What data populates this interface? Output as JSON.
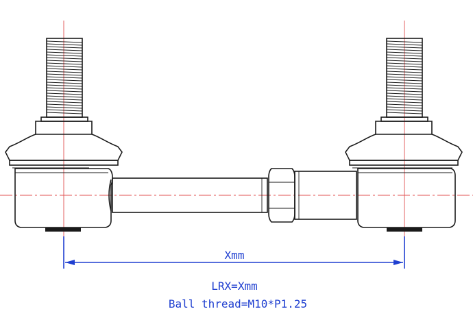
{
  "dimension": {
    "label": "Xmm"
  },
  "notes": {
    "length": "LRX=Xmm",
    "thread": "Ball thread=M10*P1.25"
  },
  "colors": {
    "outline": "#1a1a1a",
    "centerline": "#e05050",
    "dimension": "#1f3fd0"
  }
}
